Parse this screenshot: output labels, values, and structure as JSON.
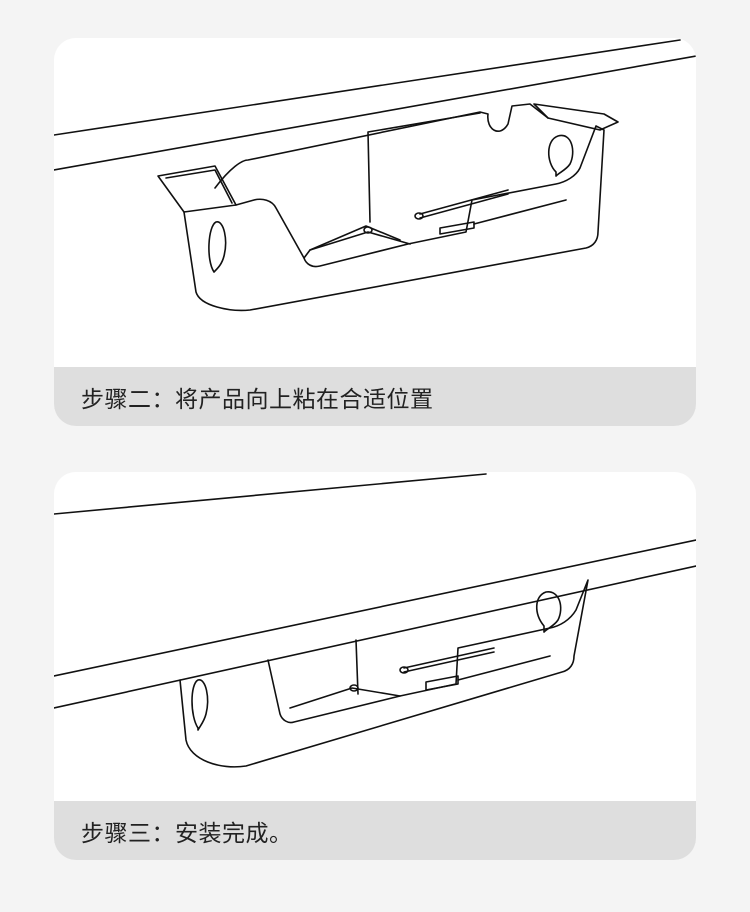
{
  "colors": {
    "background": "#f4f4f4",
    "card": "#ffffff",
    "caption_bar": "#dedede",
    "caption_text": "#222222",
    "line_art": "#111111"
  },
  "steps": [
    {
      "caption": "步骤二：将产品向上粘在合适位置",
      "illustration": "cable-tray-held-under-desk"
    },
    {
      "caption": "步骤三：安装完成。",
      "illustration": "cable-tray-mounted-under-desk"
    }
  ]
}
